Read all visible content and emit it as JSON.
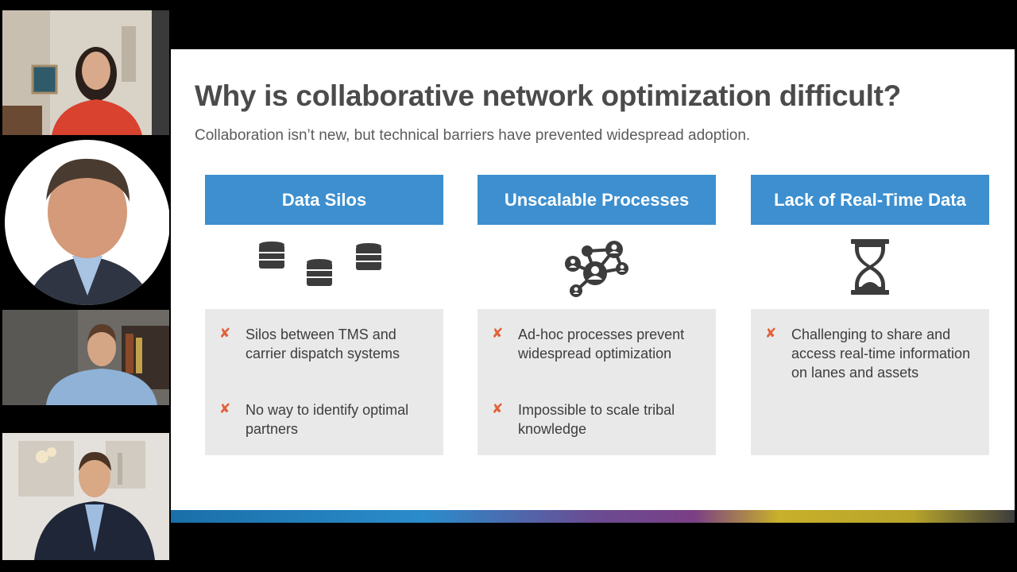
{
  "slide": {
    "title": "Why is collaborative network optimization difficult?",
    "subtitle": "Collaboration isn’t new, but technical barriers have prevented widespread adoption.",
    "cards": [
      {
        "heading": "Data Silos",
        "icon": "database-icon",
        "bullets": [
          "Silos between TMS and carrier dispatch systems",
          "No way to identify optimal partners"
        ]
      },
      {
        "heading": "Unscalable Processes",
        "icon": "network-people-icon",
        "bullets": [
          "Ad-hoc processes prevent widespread optimization",
          "Impossible to scale tribal knowledge"
        ]
      },
      {
        "heading": "Lack of Real-Time Data",
        "icon": "hourglass-icon",
        "bullets": [
          "Challenging to share and access real-time information on lanes and assets"
        ]
      }
    ],
    "bullet_symbol": "✘"
  },
  "colors": {
    "card_header": "#3d8fcf",
    "bullet_mark": "#e0623a",
    "title": "#4b4b4b"
  }
}
